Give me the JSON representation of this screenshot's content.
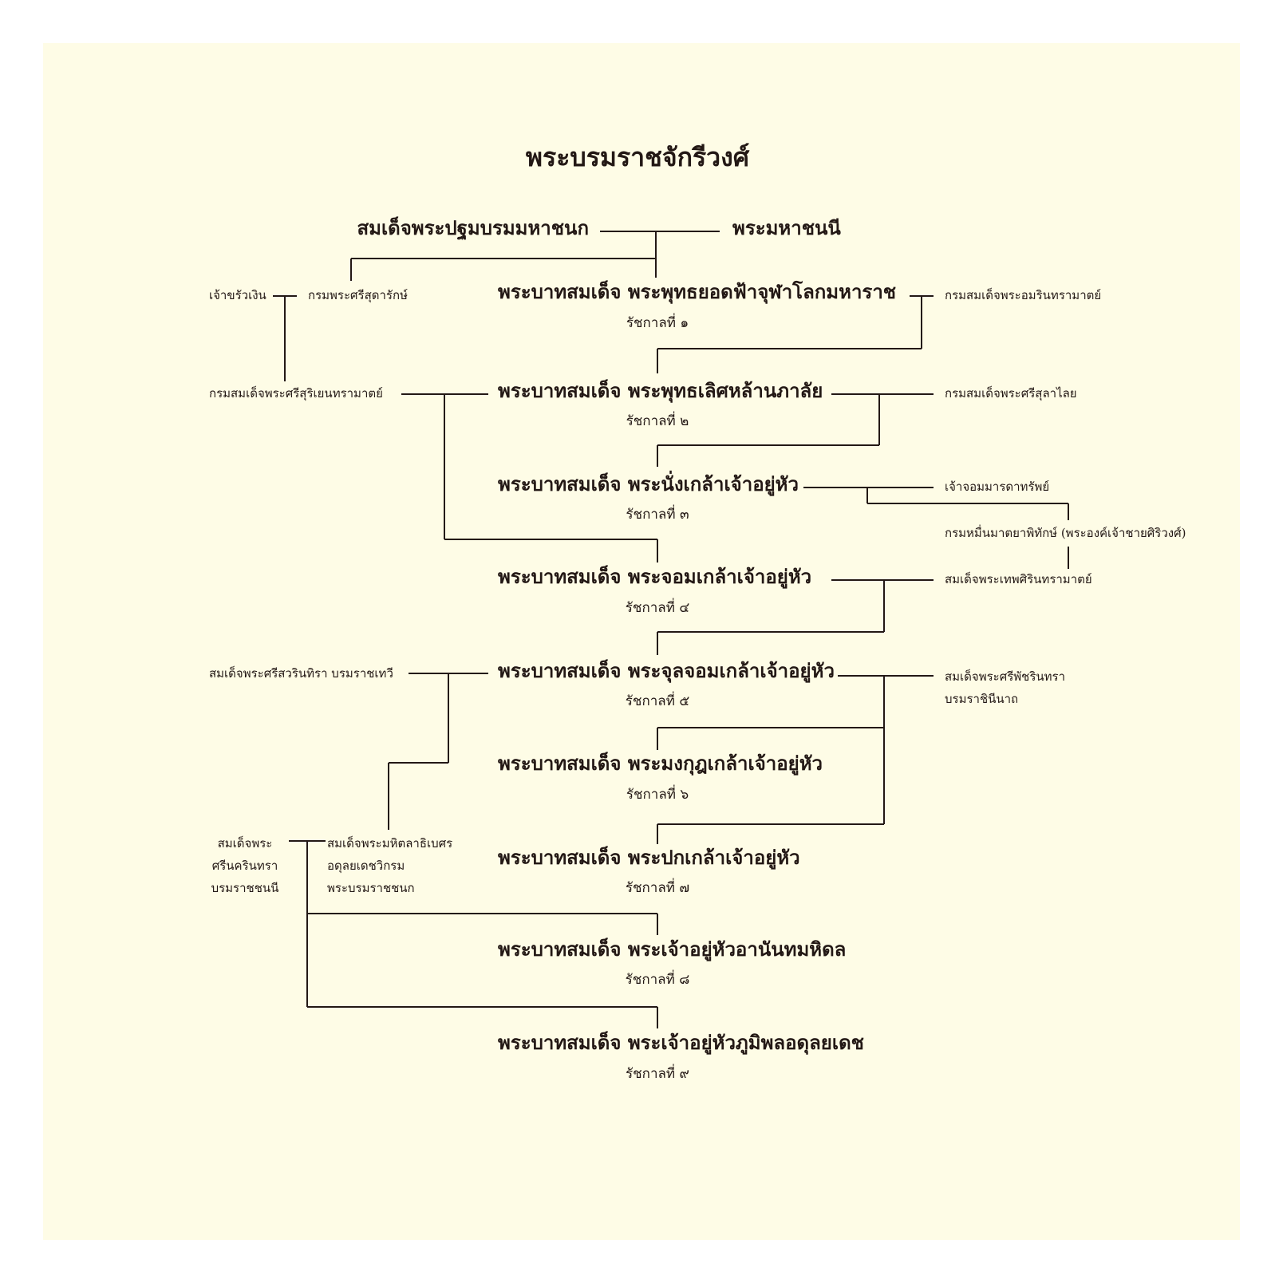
{
  "title": "พระบรมราชจักรีวงศ์",
  "founders": {
    "father": "สมเด็จพระปฐมบรมมหาชนก",
    "mother": "พระมหาชนนี"
  },
  "reign_prefix": "พระบาทสมเด็จ",
  "kings": [
    {
      "name": "พระพุทธยอดฟ้าจุฬาโลกมหาราช",
      "reign": "รัชกาลที่ ๑"
    },
    {
      "name": "พระพุทธเลิศหล้านภาลัย",
      "reign": "รัชกาลที่ ๒"
    },
    {
      "name": "พระนั่งเกล้าเจ้าอยู่หัว",
      "reign": "รัชกาลที่ ๓"
    },
    {
      "name": "พระจอมเกล้าเจ้าอยู่หัว",
      "reign": "รัชกาลที่ ๔"
    },
    {
      "name": "พระจุลจอมเกล้าเจ้าอยู่หัว",
      "reign": "รัชกาลที่ ๕"
    },
    {
      "name": "พระมงกุฎเกล้าเจ้าอยู่หัว",
      "reign": "รัชกาลที่ ๖"
    },
    {
      "name": "พระปกเกล้าเจ้าอยู่หัว",
      "reign": "รัชกาลที่ ๗"
    },
    {
      "name": "พระเจ้าอยู่หัวอานันทมหิดล",
      "reign": "รัชกาลที่ ๘"
    },
    {
      "name": "พระเจ้าอยู่หัวภูมิพลอดุลยเดช",
      "reign": "รัชกาลที่ ๙"
    }
  ],
  "left_people": {
    "chao_khrua_ngoen": "เจ้าขรัวเงิน",
    "sri_sudarak": "กรมพระศรีสุดารักษ์",
    "sri_suriyen": "กรมสมเด็จพระศรีสุริเยนทรามาตย์",
    "sawang_wattana": "สมเด็จพระศรีสวรินทิรา บรมราชเทวี",
    "princess_mother": [
      "สมเด็จพระ",
      "ศรีนครินทรา",
      "บรมราชชนนี"
    ],
    "mahidol": [
      "สมเด็จพระมหิตลาธิเบศร",
      "อดุลยเดชวิกรม",
      "พระบรมราชชนก"
    ]
  },
  "right_people": {
    "amarindra": "กรมสมเด็จพระอมรินทรามาตย์",
    "sri_suralai": "กรมสมเด็จพระศรีสุลาไลย",
    "chao_chom_mandat": "เจ้าจอมมารดาทรัพย์",
    "krom_muen": "กรมหมื่นมาตยาพิทักษ์ (พระองค์เจ้าชายศิริวงศ์)",
    "thepsirin": "สมเด็จพระเทพศิรินทรามาตย์",
    "phatcharin": [
      "สมเด็จพระศรีพัชรินทรา",
      "บรมราชินีนาถ"
    ]
  }
}
